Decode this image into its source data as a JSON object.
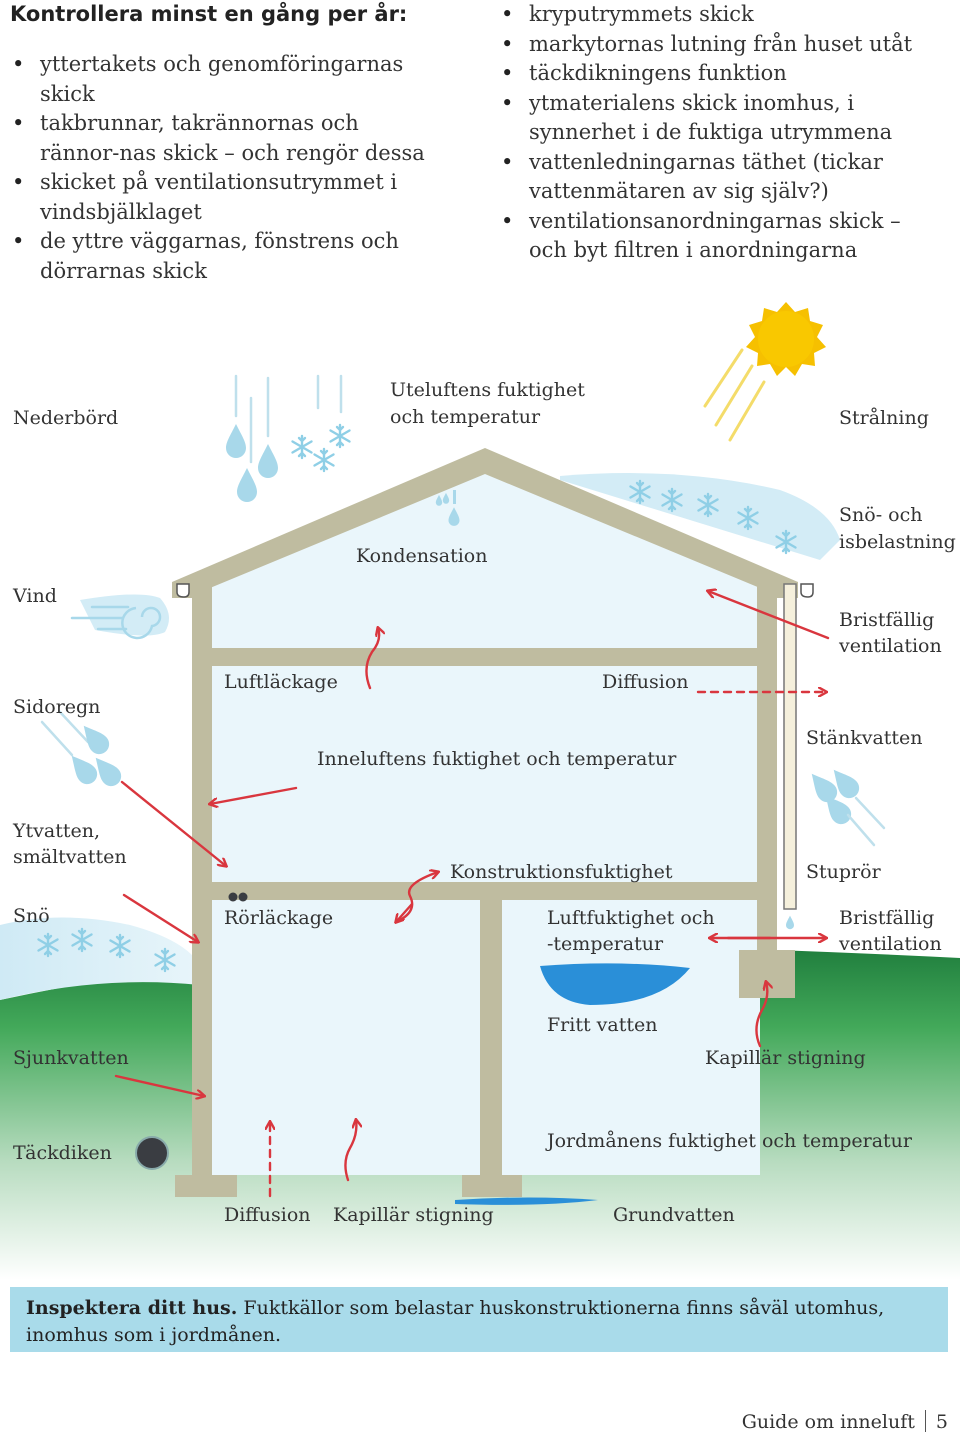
{
  "checklist": {
    "heading": "Kontrollera minst en gång per år:",
    "left_items": [
      "yttertakets och genomföringarnas skick",
      "takbrunnar, takrännornas och rännor-nas skick – och rengör dessa",
      "skicket på ventilationsutrymmet i vindsbjälklaget",
      "de yttre väggarnas, fönstrens och dörrarnas skick"
    ],
    "right_items": [
      "kryputrymmets skick",
      "markytornas lutning från huset utåt",
      "täckdikningens funktion",
      "ytmaterialens skick inomhus, i synnerhet i de fuktiga utrymmena",
      "vattenledningarnas täthet (tickar vattenmätaren av sig själv?)",
      "ventilationsanordningarnas skick – och byt filtren i anordningarna"
    ]
  },
  "diagram": {
    "labels": {
      "nederbord": "Nederbörd",
      "uteluft_1": "Uteluftens fuktighet",
      "uteluft_2": "och temperatur",
      "stralning": "Strålning",
      "kondensation": "Kondensation",
      "sno_is_1": "Snö- och",
      "sno_is_2": "isbelastning",
      "vind": "Vind",
      "bristfallig_top_1": "Bristfällig",
      "bristfallig_top_2": "ventilation",
      "luftlackage": "Luftläckage",
      "diffusion_top": "Diffusion",
      "sidoregn": "Sidoregn",
      "stankvatten": "Stänkvatten",
      "inneluft": "Inneluftens fuktighet och temperatur",
      "ytvatten_1": "Ytvatten,",
      "ytvatten_2": "smältvatten",
      "konstruktion": "Konstruktionsfuktighet",
      "stupror": "Stuprör",
      "sno": "Snö",
      "rorlackage": "Rörläckage",
      "luftfukt_1": "Luftfuktighet och",
      "luftfukt_2": "-temperatur",
      "bristfallig_bot_1": "Bristfällig",
      "bristfallig_bot_2": "ventilation",
      "fritt_vatten": "Fritt vatten",
      "sjunkvatten": "Sjunkvatten",
      "kapillar_right": "Kapillär stigning",
      "tackdiken": "Täckdiken",
      "jordmanen": "Jordmånens fuktighet och temperatur",
      "diffusion_bottom": "Diffusion",
      "kapillar_bottom": "Kapillär stigning",
      "grundvatten": "Grundvatten"
    },
    "colors": {
      "wall": "#bfbca0",
      "interior": "#eaf6fb",
      "snow": "#cfeaf5",
      "drop": "#a8d8ea",
      "arrow": "#d9363e",
      "grass": "#3fa659",
      "grass_dark": "#1e7c3c",
      "sun": "#f6c000",
      "sun_ray": "#f4dc6a",
      "water": "#2a8fd8",
      "pipe": "#3a3d42"
    },
    "icons": [
      "rain-drop-icon",
      "snowflake-icon",
      "sun-icon",
      "wind-swirl-icon",
      "drain-pipe-icon"
    ]
  },
  "caption": {
    "lead": "Inspektera ditt hus.",
    "text": " Fuktkällor som belastar huskonstruktionerna finns såväl utomhus, inomhus som i jordmånen."
  },
  "footer": {
    "title": "Guide om inneluft",
    "page": "5"
  }
}
